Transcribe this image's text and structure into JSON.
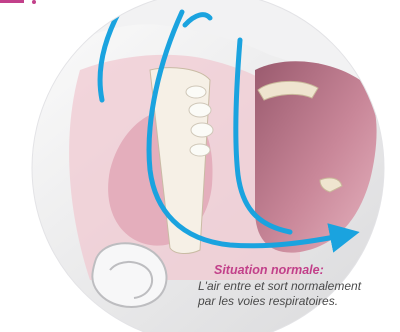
{
  "caption": {
    "title": "Situation normale:",
    "line1": "L'air entre et sort normalement",
    "line2": "par les voies respiratoires."
  },
  "colors": {
    "airflow": "#1aa3df",
    "brand": "#c2408a",
    "tissue": "#e9b9c4",
    "airway": "#a86a7e"
  }
}
